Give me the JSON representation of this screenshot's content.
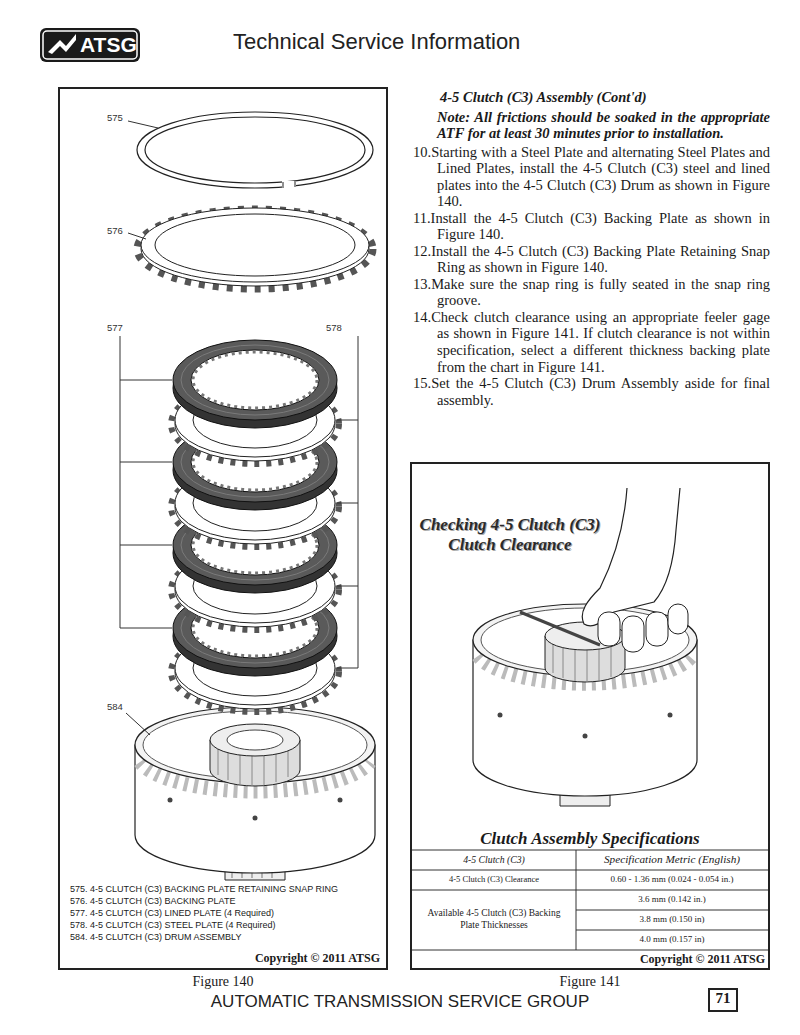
{
  "diagram": {
    "title": "Technical Service Information",
    "nodes": [
      {
        "text": [
          "ATSG"
        ]
      },
      {
        "text": [
          "575. 4-5 CLUTCH (C3) BACKING PLATE RETAINING SNAP RING",
          "576. 4-5 CLUTCH (C3) BACKING PLATE",
          "577. 4-5 CLUTCH (C3) LINED PLATE (4 Required)",
          "578. 4-5 CLUTCH (C3) STEEL PLATE (4 Required)",
          "584. 4-5 CLUTCH (C3) DRUM ASSEMBLY",
          "Copyright © 2011 ATSG",
          "Figure 140"
        ]
      },
      {
        "text": [
          "Checking 4-5 Clutch (C3) Clutch Clearance",
          "Copyright © 2011 ATSG",
          "Figure 141"
        ]
      },
      {
        "text": [
          "Clutch Assembly Specifications",
          "4-5 Clutch (C3)",
          "Specification Metric (English)",
          "4-5 Clutch (C3) Clearance",
          "0.60 - 1.36 mm (0.024 - 0.054 in.)",
          "Available 4-5 Clutch (C3) Backing Plate Thicknesses",
          "3.6 mm (0.142 in.)",
          "3.8 mm (0.150 in)",
          "4.0 mm (0.157 in)"
        ],
        "in": 2
      },
      {
        "text": [
          "71"
        ]
      }
    ],
    "labels": [
      "4-5 Clutch (C3) Assembly (Cont'd)",
      "Note: All frictions should be soaked in the appropriate ATF for at least 30 minutes prior to installation.",
      "10.Starting with a Steel Plate and alternating Steel Plates and Lined Plates, install the 4-5 Clutch (C3) steel and lined plates into the 4-5 Clutch (C3) Drum as shown in Figure 140.",
      "11.Install the 4-5 Clutch (C3) Backing Plate as shown in Figure 140.",
      "12.Install the 4-5 Clutch (C3) Backing Plate Retaining Snap Ring as shown in Figure 140.",
      "13.Make sure the snap ring is fully seated in the snap ring groove.",
      "14.Check clutch clearance using an appropriate feeler gage as shown in Figure 141. If clutch clearance is not within specification, select a different thickness backing plate from the chart in Figure 141.",
      "15.Set the 4-5 Clutch (C3) Drum Assembly aside for final assembly.",
      "575",
      "576",
      "577",
      "578",
      "584",
      "AUTOMATIC TRANSMISSION SERVICE GROUP"
    ]
  }
}
